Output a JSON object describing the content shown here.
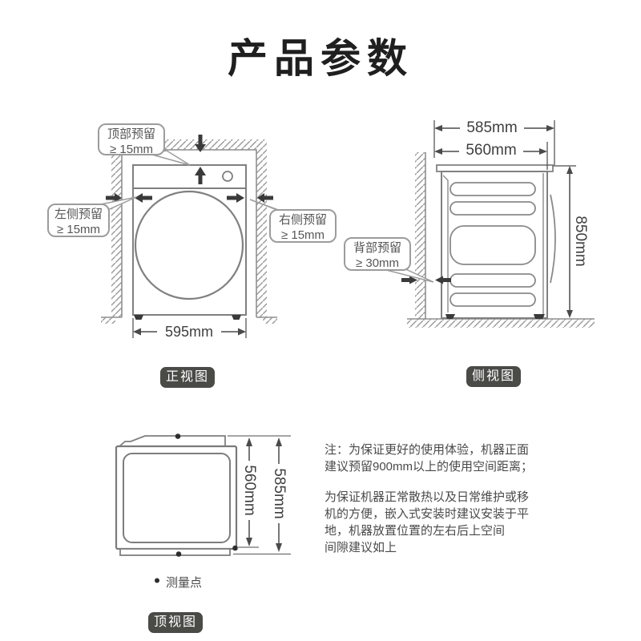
{
  "title": "产品参数",
  "front_view": {
    "label": "正视图",
    "bubble_top": {
      "line1": "顶部预留",
      "line2": "≥ 15mm"
    },
    "bubble_left": {
      "line1": "左侧预留",
      "line2": "≥ 15mm"
    },
    "bubble_right": {
      "line1": "右侧预留",
      "line2": "≥ 15mm"
    },
    "width_dim": "595mm"
  },
  "side_view": {
    "label": "侧视图",
    "bubble_back": {
      "line1": "背部预留",
      "line2": "≥ 30mm"
    },
    "depth_total_dim": "585mm",
    "depth_body_dim": "560mm",
    "height_dim": "850mm"
  },
  "top_view": {
    "label": "顶视图",
    "body_dim": "560mm",
    "total_dim": "585mm",
    "legend": "测量点"
  },
  "notes": {
    "para1": "注：为保证更好的使用体验，机器正面\n建议预留900mm以上的使用空间距离；",
    "para2": "为保证机器正常散热以及日常维护或移\n机的方便，嵌入式安装时建议安装于平\n地，机器放置位置的左右后上空间\n间隙建议如上"
  },
  "colors": {
    "line_gray": "#808080",
    "hatch_gray": "#9a9a9a",
    "dim_gray": "#4a4a4a",
    "arrow_dark": "#3a3a3a",
    "label_bg": "#4a4a47",
    "text_dark": "#1f1f1f"
  }
}
